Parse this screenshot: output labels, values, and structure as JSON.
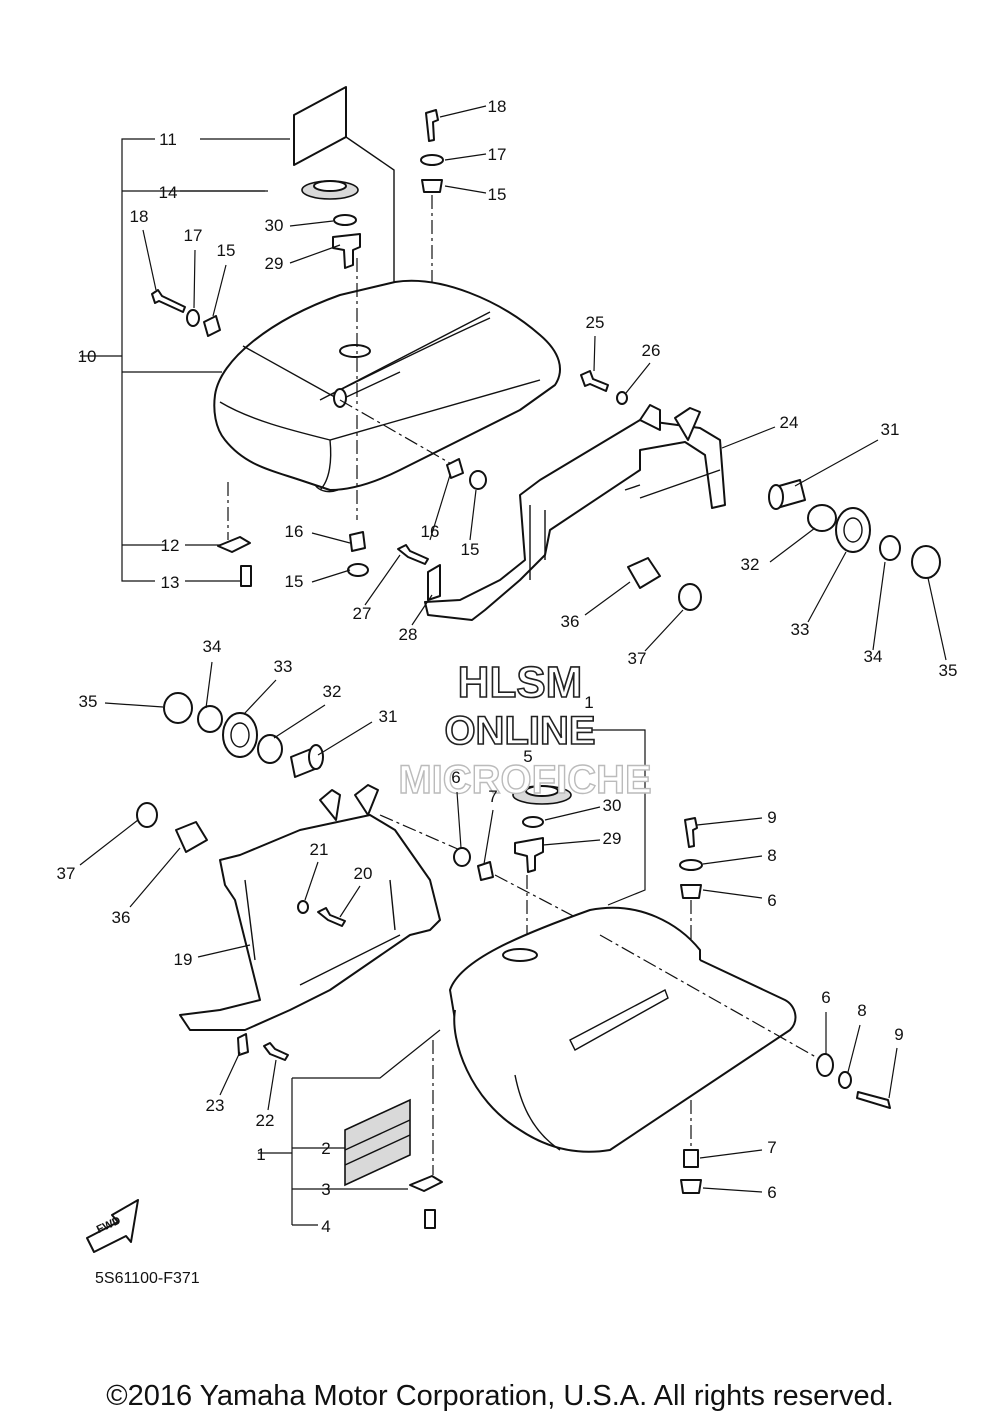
{
  "callouts": {
    "c11": "11",
    "c14": "14",
    "c18a": "18",
    "c17a": "17",
    "c15a": "15",
    "c30a": "30",
    "c29a": "29",
    "c18b": "18",
    "c17b": "17",
    "c15b": "15",
    "c10": "10",
    "c25": "25",
    "c26": "26",
    "c24": "24",
    "c31a": "31",
    "c32a": "32",
    "c33a": "33",
    "c34a": "34",
    "c35a": "35",
    "c16a": "16",
    "c16b": "16",
    "c15c": "15",
    "c15d": "15",
    "c12": "12",
    "c13": "13",
    "c27": "27",
    "c28": "28",
    "c36a": "36",
    "c37a": "37",
    "c34b": "34",
    "c33b": "33",
    "c32b": "32",
    "c35b": "35",
    "c31b": "31",
    "c1top": "1",
    "c5": "5",
    "c6a": "6",
    "c7a": "7",
    "c30b": "30",
    "c29b": "29",
    "c9a": "9",
    "c8a": "8",
    "c6b": "6",
    "c37b": "37",
    "c36b": "36",
    "c21": "21",
    "c20": "20",
    "c19": "19",
    "c6c": "6",
    "c8b": "8",
    "c9b": "9",
    "c7b": "7",
    "c6d": "6",
    "c23": "23",
    "c22": "22",
    "c2": "2",
    "c1": "1",
    "c3": "3",
    "c4": "4"
  },
  "watermark": {
    "line1": "HLSM",
    "line2": "ONLINE",
    "line3": "MICROFICHE"
  },
  "fwd_label": "FWD",
  "diagram_code": "5S61100-F371",
  "copyright": "©2016 Yamaha Motor Corporation, U.S.A. All rights reserved."
}
